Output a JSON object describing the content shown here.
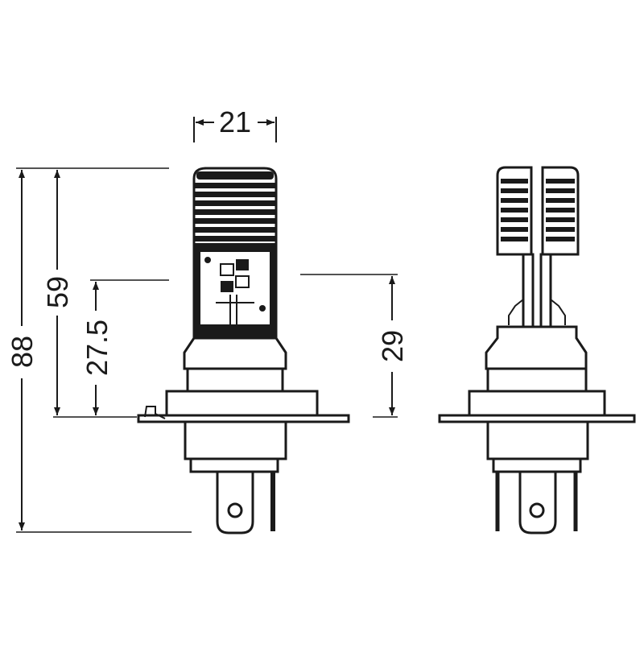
{
  "dimensions": {
    "width_top": "21",
    "total_height": "88",
    "height_59": "59",
    "height_27_5": "27.5",
    "height_29": "29"
  },
  "colors": {
    "line": "#1a1a1a",
    "background": "#ffffff"
  }
}
